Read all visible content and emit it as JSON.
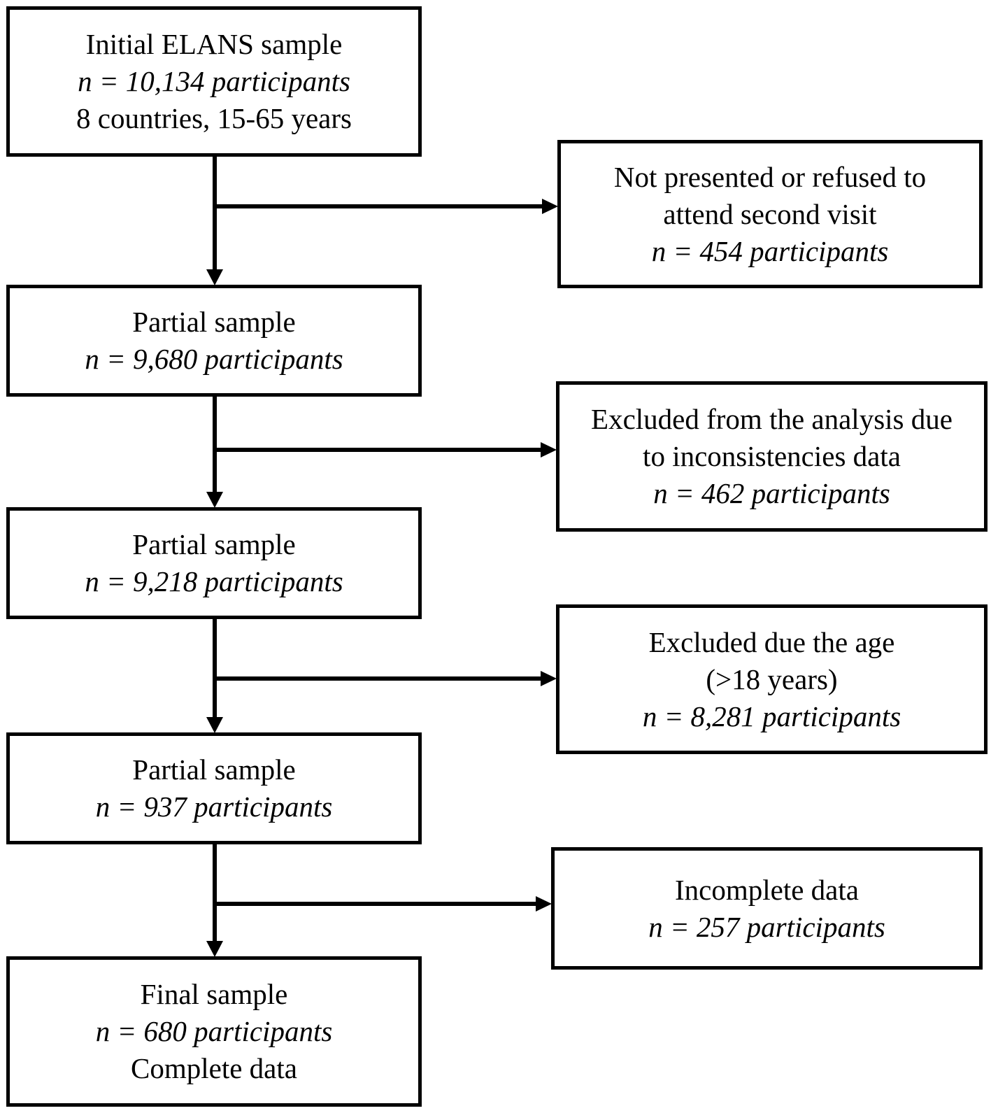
{
  "flowchart": {
    "main_boxes": [
      {
        "line1": "Initial ELANS sample",
        "line2": "n = 10,134 participants",
        "line3": "8 countries, 15-65 years"
      },
      {
        "line1": "Partial sample",
        "line2": "n = 9,680 participants"
      },
      {
        "line1": "Partial sample",
        "line2": "n = 9,218 participants"
      },
      {
        "line1": "Partial sample",
        "line2": "n = 937 participants"
      },
      {
        "line1": "Final sample",
        "line2": "n = 680 participants",
        "line3": "Complete data"
      }
    ],
    "exclusion_boxes": [
      {
        "line1": "Not presented or refused to",
        "line2": "attend second visit",
        "line3": "n = 454 participants"
      },
      {
        "line1": "Excluded from the analysis due",
        "line2": "to inconsistencies data",
        "line3": "n = 462 participants"
      },
      {
        "line1": "Excluded due the age",
        "line2": "(>18 years)",
        "line3": "n = 8,281 participants"
      },
      {
        "line1": "Incomplete data",
        "line2": "n = 257 participants"
      }
    ]
  }
}
